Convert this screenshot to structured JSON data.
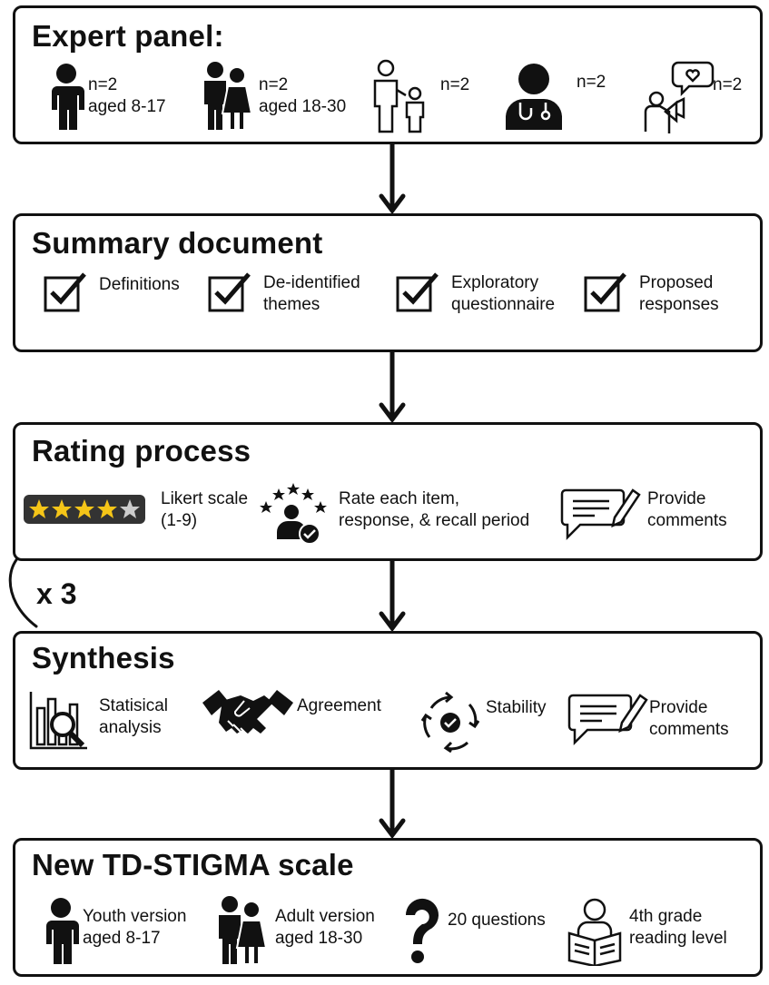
{
  "panels": {
    "expert": {
      "title": "Expert panel:",
      "groups": [
        {
          "icon": "child-icon",
          "line1": "n=2",
          "line2": "aged 8-17"
        },
        {
          "icon": "couple-icon",
          "line1": "n=2",
          "line2": "aged 18-30"
        },
        {
          "icon": "parent-child-icon",
          "line1": "n=2",
          "line2": ""
        },
        {
          "icon": "doctor-icon",
          "line1": "n=2",
          "line2": ""
        },
        {
          "icon": "advocate-icon",
          "line1": "n=2",
          "line2": ""
        }
      ]
    },
    "summary": {
      "title": "Summary document",
      "items": [
        {
          "line1": "Definitions",
          "line2": ""
        },
        {
          "line1": "De-identified",
          "line2": "themes"
        },
        {
          "line1": "Exploratory",
          "line2": "questionnaire"
        },
        {
          "line1": "Proposed",
          "line2": "responses"
        }
      ]
    },
    "rating": {
      "title": "Rating process",
      "items": [
        {
          "icon": "star-rating-icon",
          "line1": "Likert scale",
          "line2": "(1-9)"
        },
        {
          "icon": "rated-person-icon",
          "line1": "Rate each item,",
          "line2": "response, & recall period"
        },
        {
          "icon": "comment-icon",
          "line1": "Provide",
          "line2": "comments"
        }
      ],
      "loop_label": "x 3"
    },
    "synthesis": {
      "title": "Synthesis",
      "items": [
        {
          "icon": "chart-analysis-icon",
          "line1": "Statisical",
          "line2": "analysis"
        },
        {
          "icon": "handshake-icon",
          "line1": "Agreement",
          "line2": ""
        },
        {
          "icon": "cycle-check-icon",
          "line1": "Stability",
          "line2": ""
        },
        {
          "icon": "comment-icon",
          "line1": "Provide",
          "line2": "comments"
        }
      ]
    },
    "scale": {
      "title": "New TD-STIGMA scale",
      "items": [
        {
          "icon": "child-icon",
          "line1": "Youth version",
          "line2": "aged 8-17"
        },
        {
          "icon": "couple-icon",
          "line1": "Adult version",
          "line2": "aged 18-30"
        },
        {
          "icon": "question-mark-icon",
          "line1": "20 questions",
          "line2": ""
        },
        {
          "icon": "reading-icon",
          "line1": "4th grade",
          "line2": "reading level"
        }
      ]
    }
  },
  "colors": {
    "stroke": "#111111",
    "star": "#f5c518",
    "star_empty": "#cccccc",
    "rating_bg": "#333333"
  }
}
